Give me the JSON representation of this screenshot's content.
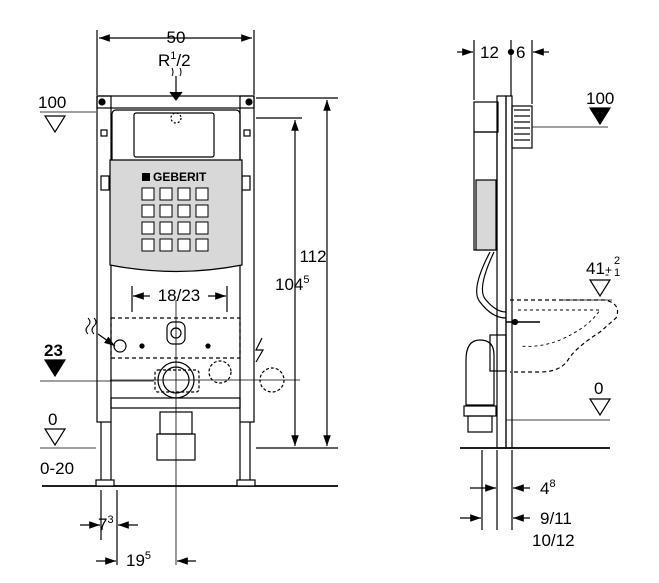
{
  "front_view": {
    "width_dim": "50",
    "thread": {
      "main": "R",
      "sup": "1",
      "rest": "/2"
    },
    "level_left": "100",
    "brand": "GEBERIT",
    "height_total": "112",
    "height_inner": {
      "main": "104",
      "sup": "5"
    },
    "pipe_spacing": "18/23",
    "level_23": "23",
    "floor_level": "0",
    "floor_range": "0-20",
    "offset_small": {
      "main": "7",
      "sup": "3"
    },
    "offset_center": {
      "main": "19",
      "sup": "5"
    }
  },
  "side_view": {
    "dim_12": "12",
    "dim_6": "6",
    "level_100": "100",
    "height_pan": {
      "main": "41",
      "tol_plus": "+",
      "tol_minus": "-",
      "upper": "2",
      "lower": "1"
    },
    "floor_level": "0",
    "wall_dist": {
      "main": "4",
      "sup": "8"
    },
    "depth_range_1": "9/11",
    "depth_range_2": "10/12"
  }
}
